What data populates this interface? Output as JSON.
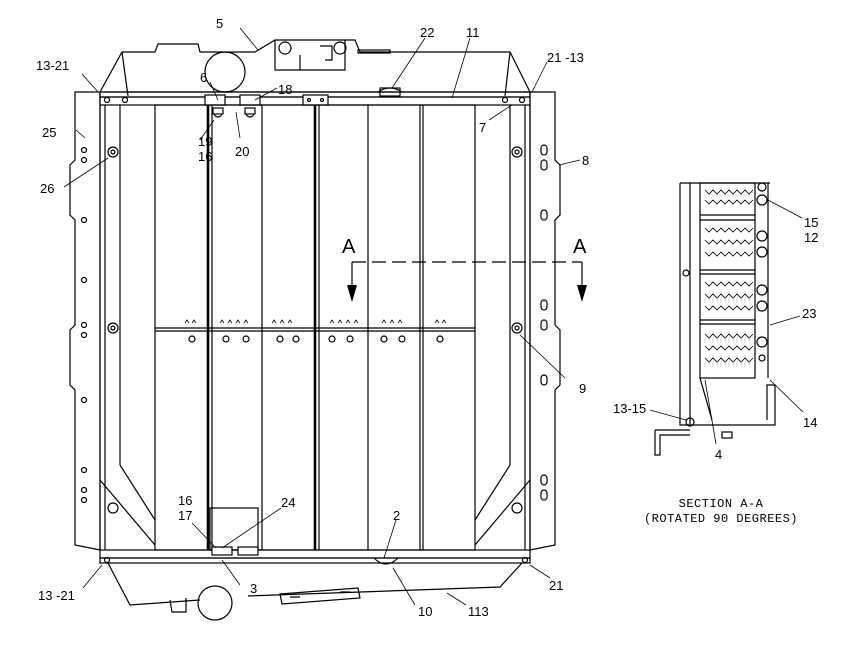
{
  "callouts": {
    "c5": "5",
    "c22": "22",
    "c11": "11",
    "c13_21_tl": "13-21",
    "c21_13_tr": "21 -13",
    "c6": "6",
    "c18": "18",
    "c7": "7",
    "c19": "19",
    "c16a": "16",
    "c20": "20",
    "c25": "25",
    "c8": "8",
    "c26": "26",
    "c9": "9",
    "c16b": "16",
    "c17": "17",
    "c24": "24",
    "c2": "2",
    "c13_21_bl": "13 -21",
    "c3": "3",
    "c10": "10",
    "c113": "113",
    "c21_br": "21",
    "c15": "15",
    "c12": "12",
    "c23": "23",
    "c13_15": "13-15",
    "c14": "14",
    "c4": "4"
  },
  "section_marks": {
    "left": "A",
    "right": "A"
  },
  "section_caption": {
    "line1": "SECTION A-A",
    "line2": "(ROTATED 90 DEGREES)"
  }
}
